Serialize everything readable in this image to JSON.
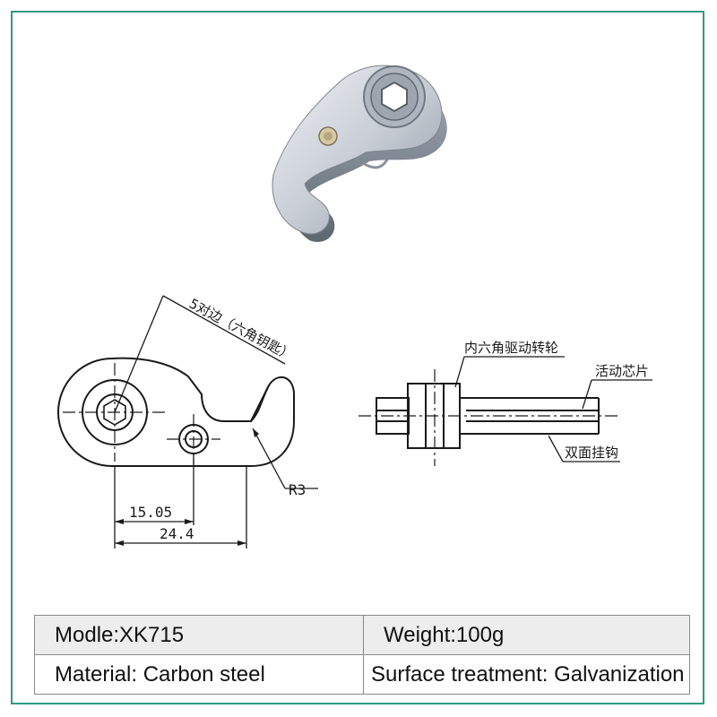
{
  "drawing": {
    "dim_hex": "5对边（六角钥匙）",
    "dim_r3": "R3",
    "dim_15": "15.05",
    "dim_24": "24.4",
    "label_drive_wheel": "内六角驱动转轮",
    "label_core_plate": "活动芯片",
    "label_hook": "双面挂钩"
  },
  "specs": {
    "model": "Modle:XK715",
    "weight": "Weight:100g",
    "material": "Material: Carbon steel",
    "surface": "Surface treatment: Galvanization"
  },
  "colors": {
    "frame": "#2e9a82",
    "line": "#1a1a1a",
    "metal": "#c9ced6"
  }
}
